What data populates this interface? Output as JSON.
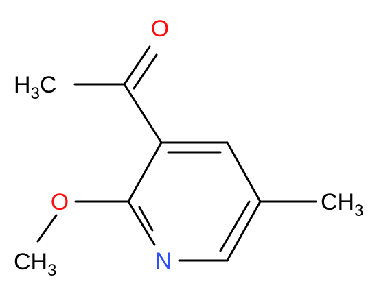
{
  "molecule": {
    "atoms": {
      "oxygen_carbonyl": {
        "symbol": "O",
        "color": "#ff0d0d"
      },
      "oxygen_methoxy": {
        "symbol": "O",
        "color": "#ff0d0d"
      },
      "nitrogen_ring": {
        "symbol": "N",
        "color": "#3050f8"
      },
      "acetyl_methyl": {
        "main": "H",
        "sub": "3",
        "tail": "C",
        "color": "#000000"
      },
      "methoxy_methyl": {
        "main": "CH",
        "sub": "3",
        "color": "#000000"
      },
      "ring_methyl": {
        "main": "CH",
        "sub": "3",
        "color": "#000000"
      }
    }
  }
}
